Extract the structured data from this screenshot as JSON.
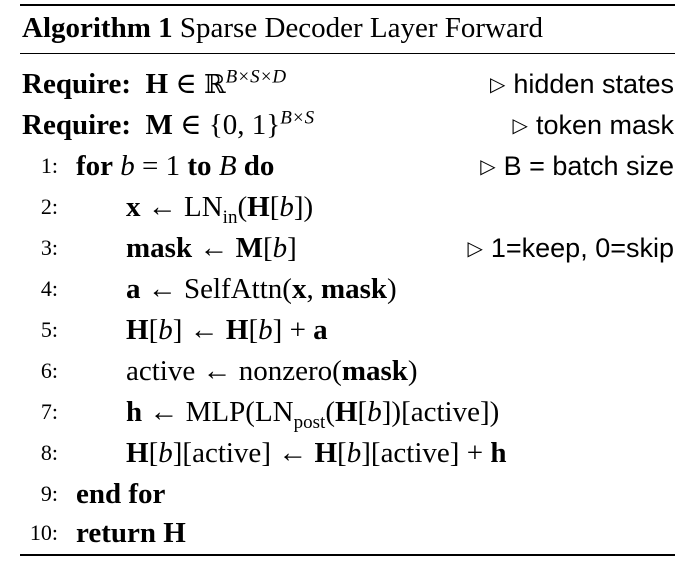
{
  "algorithm": {
    "label": "Algorithm 1",
    "title": "Sparse Decoder Layer Forward"
  },
  "requires": [
    {
      "keyword": "Require:",
      "sym": "H",
      "rel": "∈",
      "set": "ℝ",
      "sup": "B×S×D",
      "comment": "hidden states"
    },
    {
      "keyword": "Require:",
      "sym": "M",
      "rel": "∈",
      "set": "{0, 1}",
      "sup": "B×S",
      "comment": "token mask"
    }
  ],
  "keywords": {
    "for": "for",
    "to": "to",
    "do": "do",
    "end_for": "end for",
    "return": "return"
  },
  "lines": [
    {
      "num": "1:",
      "comment": "B = batch size"
    },
    {
      "num": "2:"
    },
    {
      "num": "3:",
      "comment": "1=keep, 0=skip"
    },
    {
      "num": "4:"
    },
    {
      "num": "5:"
    },
    {
      "num": "6:"
    },
    {
      "num": "7:"
    },
    {
      "num": "8:"
    },
    {
      "num": "9:"
    },
    {
      "num": "10:"
    }
  ],
  "symbols": {
    "b": "b",
    "eq": "=",
    "one": "1",
    "B": "B",
    "x": "x",
    "larrow": "←",
    "LN": "LN",
    "in": "in",
    "post": "post",
    "H": "H",
    "lbr": "[",
    "rbr": "]",
    "lp": "(",
    "rp": ")",
    "mask": "mask",
    "M": "M",
    "a": "a",
    "SelfAttn": "SelfAttn",
    "comma": ",",
    "plus": "+",
    "active": "active",
    "nonzero": "nonzero",
    "h": "h",
    "MLP": "MLP"
  },
  "icons": {
    "comment": "triangle-right-icon"
  }
}
